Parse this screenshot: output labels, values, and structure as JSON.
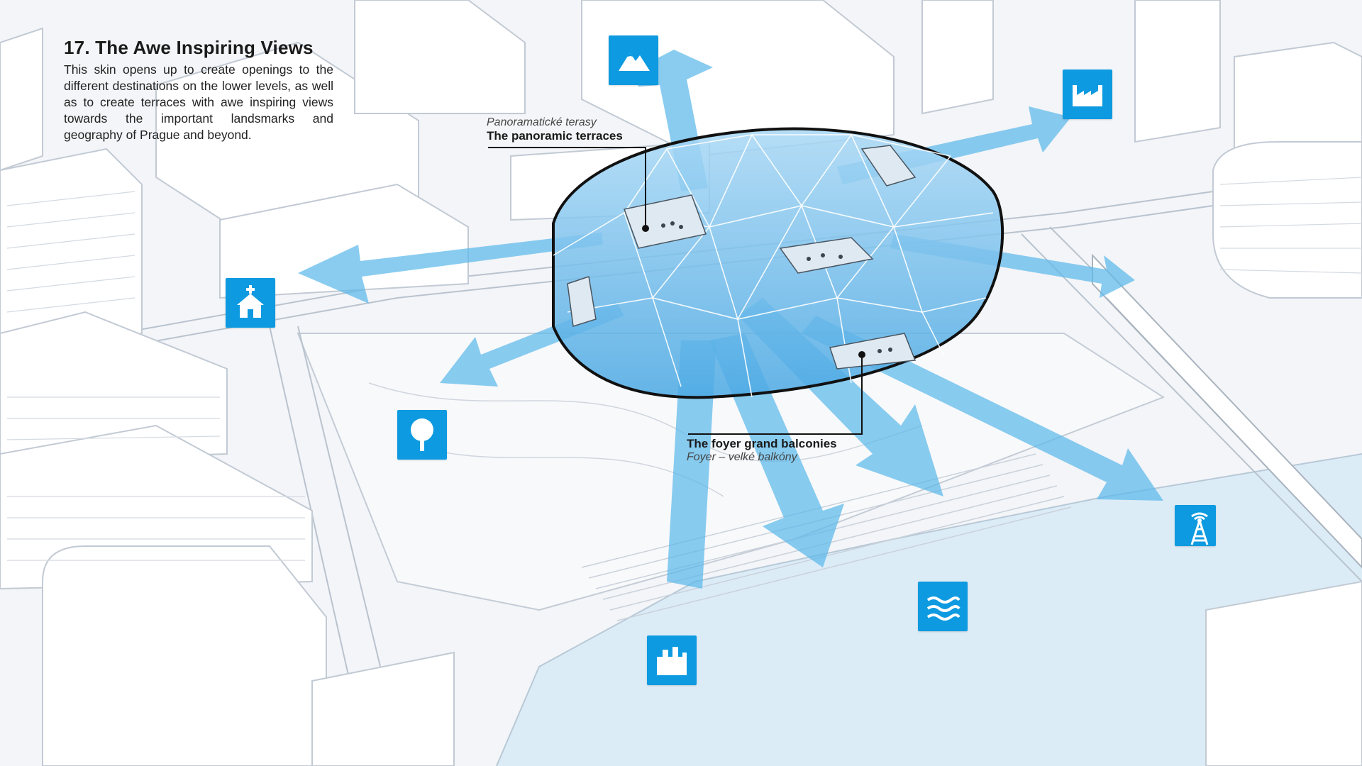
{
  "heading": {
    "title": "17. The Awe Inspiring Views",
    "body": "This skin opens up to create openings to the different destinations on the lower levels, as well as to create terraces with awe inspiring views towards the important landsmarks and geography of Prague and beyond."
  },
  "callouts": {
    "terraces": {
      "cz": "Panoramatické terasy",
      "en": "The panoramic terraces"
    },
    "balconies": {
      "en": "The foyer grand balconies",
      "cz": "Foyer – velké balkóny"
    }
  },
  "icons": [
    {
      "key": "mountain",
      "name": "mountain-icon"
    },
    {
      "key": "factory",
      "name": "factory-icon"
    },
    {
      "key": "church",
      "name": "church-icon"
    },
    {
      "key": "tree",
      "name": "tree-icon"
    },
    {
      "key": "antenna",
      "name": "antenna-tower-icon"
    },
    {
      "key": "water",
      "name": "water-waves-icon"
    },
    {
      "key": "city",
      "name": "city-skyline-icon"
    }
  ],
  "colors": {
    "accent": "#0d9ae0",
    "view_arrow": "#5cb8ea",
    "glass": "#7ec3ee",
    "river": "#dcecf7",
    "building": "#ffffff",
    "outline": "#111111"
  }
}
